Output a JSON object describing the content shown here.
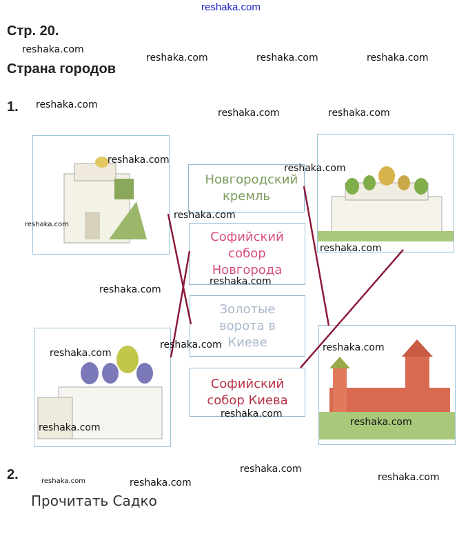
{
  "header": {
    "site": "reshaka.com",
    "page_label": "Стр. 20.",
    "section_title": "Страна городов"
  },
  "task1": {
    "number": "1.",
    "cards": [
      {
        "text": "Новгородский кремль",
        "color": "#7a9a5a"
      },
      {
        "text": "Софийский собор Новгорода",
        "color": "#d8507a"
      },
      {
        "text": "Золотые ворота в Киеве",
        "color": "#a8b8cc"
      },
      {
        "text": "Софийский собор Киева",
        "color": "#b83048"
      }
    ],
    "pictures": [
      "golden-gate-kyiv",
      "st-sophia-kyiv",
      "st-sophia-novgorod",
      "novgorod-kremlin"
    ],
    "line_color": "#8c1a3a"
  },
  "task2": {
    "number": "2.",
    "answer": "Прочитать Садко"
  },
  "watermarks": [
    "reshaka.com",
    "reshaka.com",
    "reshaka.com",
    "reshaka.com",
    "reshaka.com",
    "reshaka.com",
    "reshaka.com",
    "reshaka.com",
    "reshaka.com",
    "reshaka.com",
    "reshaka.com",
    "reshaka.com",
    "reshaka.com",
    "reshaka.com",
    "reshaka.com",
    "reshaka.com",
    "reshaka.com",
    "reshaka.com",
    "reshaka.com",
    "reshaka.com",
    "reshaka.com",
    "reshaka.com",
    "reshaka.com"
  ]
}
